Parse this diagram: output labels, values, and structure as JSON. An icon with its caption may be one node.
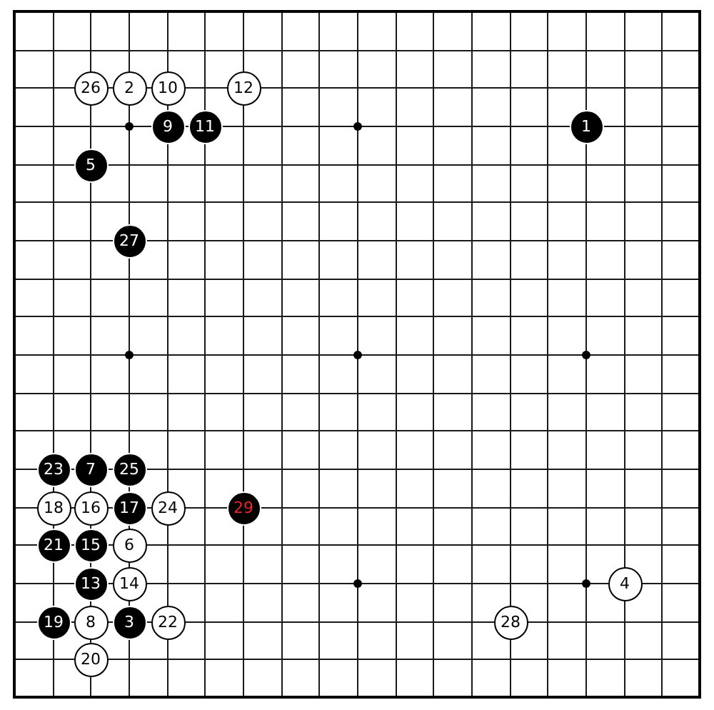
{
  "diagram": {
    "nodes": [
      {
        "text": [
          "26"
        ]
      },
      {
        "text": [
          "2"
        ]
      },
      {
        "text": [
          "10"
        ]
      },
      {
        "text": [
          "12"
        ]
      },
      {
        "text": [
          "9"
        ]
      },
      {
        "text": [
          "11"
        ]
      },
      {
        "text": [
          "1"
        ]
      },
      {
        "text": [
          "5"
        ]
      },
      {
        "text": [
          "27"
        ]
      },
      {
        "text": [
          "23"
        ]
      },
      {
        "text": [
          "7"
        ]
      },
      {
        "text": [
          "25"
        ]
      },
      {
        "text": [
          "18"
        ]
      },
      {
        "text": [
          "16"
        ]
      },
      {
        "text": [
          "17"
        ]
      },
      {
        "text": [
          "24"
        ]
      },
      {
        "text": [
          "29"
        ]
      },
      {
        "text": [
          "21"
        ]
      },
      {
        "text": [
          "15"
        ]
      },
      {
        "text": [
          "6"
        ]
      },
      {
        "text": [
          "13"
        ]
      },
      {
        "text": [
          "14"
        ]
      },
      {
        "text": [
          "4"
        ]
      },
      {
        "text": [
          "19"
        ]
      },
      {
        "text": [
          "8"
        ]
      },
      {
        "text": [
          "3"
        ]
      },
      {
        "text": [
          "22"
        ]
      },
      {
        "text": [
          "28"
        ]
      },
      {
        "text": [
          "20"
        ]
      }
    ]
  }
}
